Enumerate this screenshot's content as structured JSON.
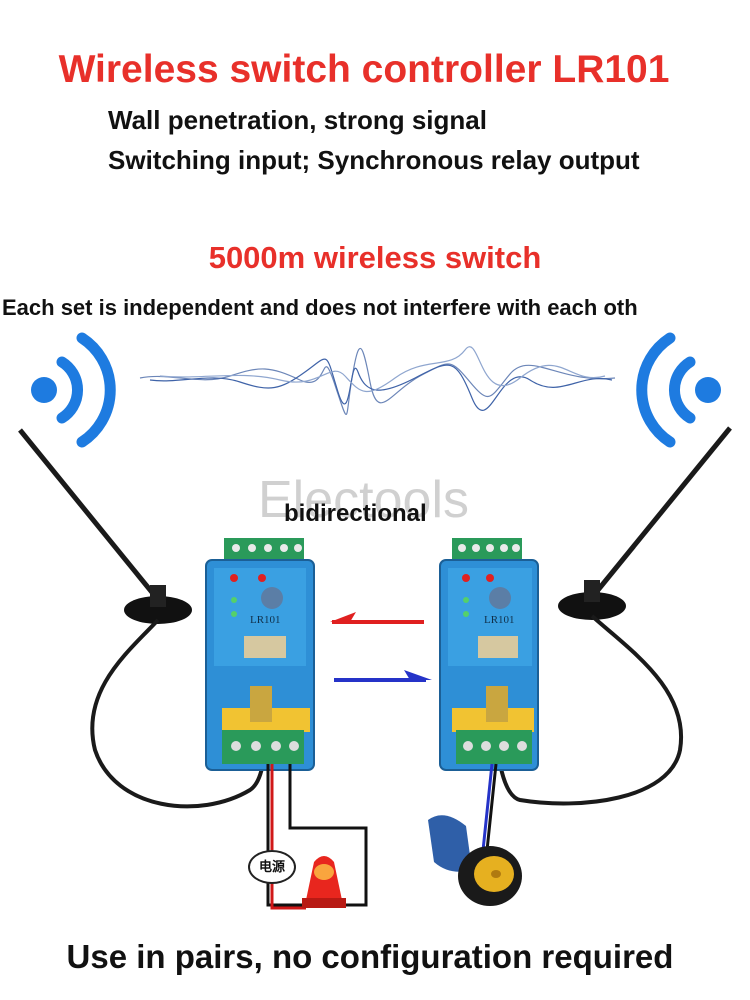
{
  "header": {
    "title": "Wireless switch controller LR101",
    "subtitle_line1": "Wall penetration, strong signal",
    "subtitle_line2": "Switching input; Synchronous relay output"
  },
  "middle": {
    "headline": "5000m wireless switch",
    "note": "Each set is independent and does not interfere with each oth"
  },
  "diagram": {
    "watermark": "Electools",
    "bidirectional_label": "bidirectional",
    "left_device_model": "LR101",
    "right_device_model": "LR101",
    "power_label": "电源",
    "arrow_left_color": "#e02020",
    "arrow_right_color": "#2533c8",
    "signal_icon_color": "#1e7be0",
    "device_color": "#2e8fd6"
  },
  "footer": {
    "text": "Use in pairs, no configuration required"
  }
}
